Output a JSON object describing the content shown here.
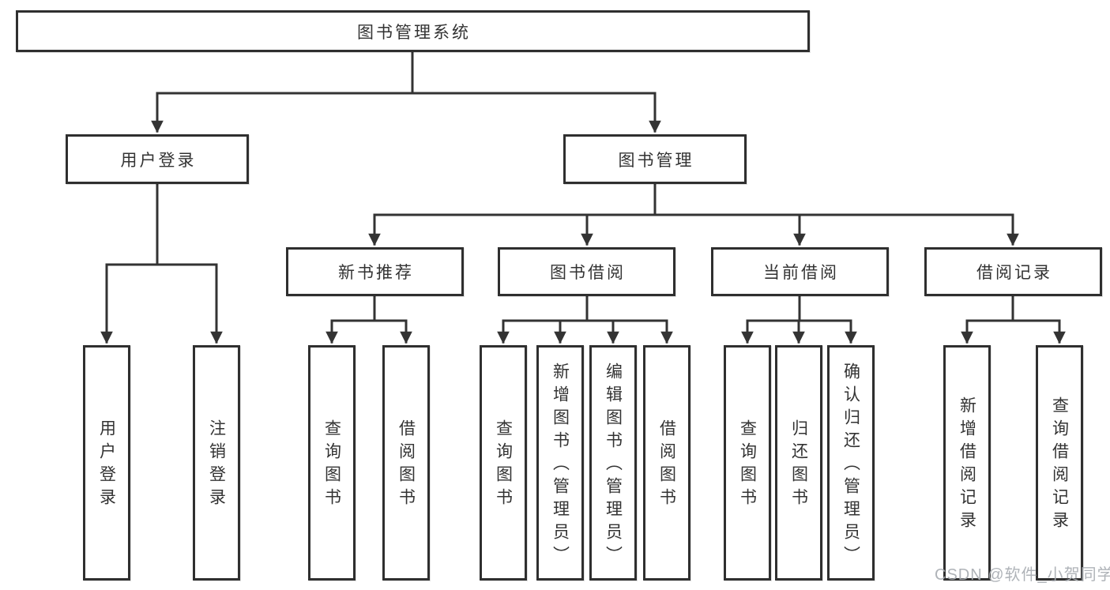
{
  "diagram": {
    "title": "图书管理系统",
    "root": "图书管理系统",
    "level2": {
      "user_login": "用户登录",
      "book_mgmt": "图书管理"
    },
    "level3": {
      "new_books": "新书推荐",
      "book_borrow": "图书借阅",
      "current_borrow": "当前借阅",
      "borrow_records": "借阅记录"
    },
    "leaves": {
      "user_login": [
        "用户登录",
        "注销登录"
      ],
      "new_books": [
        "查询图书",
        "借阅图书"
      ],
      "book_borrow": [
        "查询图书",
        "新增图书（管理员）",
        "编辑图书（管理员）",
        "借阅图书"
      ],
      "current_borrow": [
        "查询图书",
        "归还图书",
        "确认归还（管理员）"
      ],
      "borrow_records": [
        "新增借阅记录",
        "查询借阅记录"
      ]
    }
  },
  "watermark": "CSDN @软件_小贺同学",
  "colors": {
    "line": "#333333",
    "border": "#2f2f2f",
    "text": "#333333",
    "watermark": "#a8adb2",
    "background": "#ffffff"
  }
}
